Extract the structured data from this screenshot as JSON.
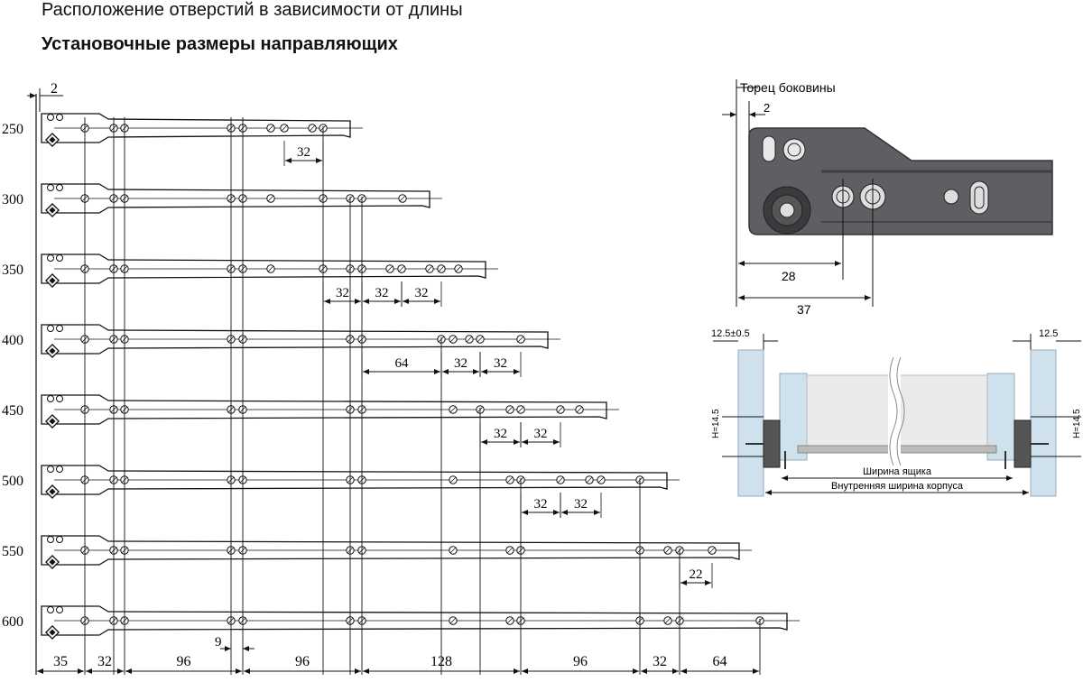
{
  "title": "Расположение отверстий в зависимости от длины",
  "subtitle": "Установочные размеры направляющих",
  "rails": [
    {
      "length": "250",
      "holes": [
        94,
        126,
        138,
        256,
        269,
        300,
        315,
        346,
        358
      ],
      "dims": [
        {
          "a": 315,
          "b": 358,
          "text": "32"
        }
      ]
    },
    {
      "length": "300",
      "holes": [
        94,
        126,
        138,
        256,
        269,
        300,
        358,
        388,
        401,
        446
      ],
      "dims": []
    },
    {
      "length": "350",
      "holes": [
        94,
        126,
        138,
        256,
        269,
        300,
        358,
        388,
        401,
        432,
        445,
        476,
        489,
        508
      ],
      "dims": [
        {
          "a": 358,
          "b": 401,
          "text": "32"
        },
        {
          "a": 401,
          "b": 445,
          "text": "32"
        },
        {
          "a": 445,
          "b": 489,
          "text": "32"
        }
      ]
    },
    {
      "length": "400",
      "holes": [
        94,
        126,
        138,
        256,
        269,
        388,
        401,
        489,
        502,
        520,
        532,
        577
      ],
      "dims": [
        {
          "a": 401,
          "b": 489,
          "text": "64"
        },
        {
          "a": 489,
          "b": 532,
          "text": "32"
        },
        {
          "a": 532,
          "b": 577,
          "text": "32"
        }
      ]
    },
    {
      "length": "450",
      "holes": [
        94,
        126,
        138,
        256,
        269,
        388,
        401,
        502,
        532,
        565,
        577,
        621,
        642
      ],
      "dims": [
        {
          "a": 532,
          "b": 577,
          "text": "32"
        },
        {
          "a": 577,
          "b": 621,
          "text": "32"
        }
      ]
    },
    {
      "length": "500",
      "holes": [
        94,
        126,
        138,
        256,
        269,
        388,
        401,
        502,
        565,
        577,
        621,
        653,
        666,
        709
      ],
      "dims": [
        {
          "a": 577,
          "b": 621,
          "text": "32"
        },
        {
          "a": 621,
          "b": 666,
          "text": "32"
        }
      ]
    },
    {
      "length": "550",
      "holes": [
        94,
        126,
        138,
        256,
        269,
        388,
        401,
        502,
        565,
        577,
        709,
        740,
        753,
        789
      ],
      "dims": [
        {
          "a": 753,
          "b": 789,
          "text": "22"
        }
      ]
    },
    {
      "length": "600",
      "holes": [
        94,
        126,
        138,
        256,
        269,
        388,
        401,
        502,
        565,
        577,
        709,
        740,
        753,
        842
      ],
      "dims": []
    }
  ],
  "top_offset": "2",
  "nine_label": "9",
  "bottom_dims": [
    {
      "a": 40,
      "b": 94,
      "text": "35"
    },
    {
      "a": 94,
      "b": 138,
      "text": "32"
    },
    {
      "a": 138,
      "b": 269,
      "text": "96"
    },
    {
      "a": 269,
      "b": 401,
      "text": "96"
    },
    {
      "a": 401,
      "b": 577,
      "text": "128"
    },
    {
      "a": 577,
      "b": 709,
      "text": "96"
    },
    {
      "a": 709,
      "b": 753,
      "text": "32"
    },
    {
      "a": 753,
      "b": 842,
      "text": "64"
    }
  ],
  "detail": {
    "torets": "Торец боковины",
    "d2": "2",
    "d28": "28",
    "d37": "37"
  },
  "cross": {
    "left_dim": "12.5±0.5",
    "right_dim": "12.5",
    "h_left": "H=14.5",
    "h_right": "H=14.5",
    "drawer_width": "Ширина ящика",
    "inner_width": "Внутренняя ширина корпуса"
  },
  "colors": {
    "rail_fill": "#ffffff",
    "detail_fill": "#5e5f63",
    "panel_fill": "#cfe1ec",
    "box_fill": "#e8eaeb"
  }
}
